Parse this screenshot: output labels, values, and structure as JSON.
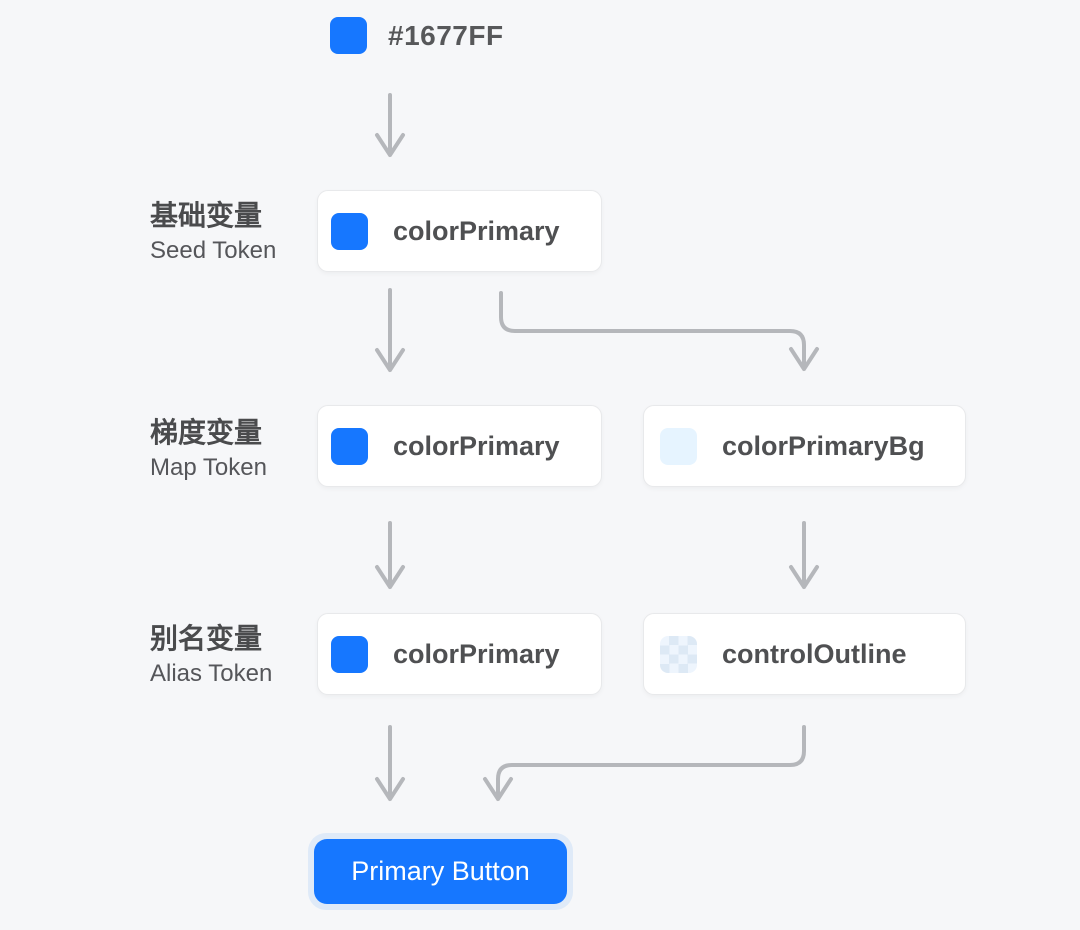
{
  "colors": {
    "background": "#f6f7f9",
    "primary": "#1677ff",
    "primary_bg_swatch": "#e6f4ff",
    "checker_light": "#eef5fd",
    "checker_blue": "#dde9f5",
    "arrow": "#b5b7bb",
    "text_strong": "#4f5052",
    "text_secondary": "#55565a",
    "box_background": "#ffffff",
    "box_border": "#e8e9eb",
    "button_halo": "#dfeaf8",
    "button_text": "#ffffff"
  },
  "seed_value": {
    "label": "#1677FF",
    "swatch": "primary-blue-swatch"
  },
  "rows": [
    {
      "title_zh": "基础变量",
      "title_en": "Seed Token",
      "boxes": [
        {
          "label": "colorPrimary",
          "swatch": "primary-blue-swatch"
        }
      ]
    },
    {
      "title_zh": "梯度变量",
      "title_en": "Map Token",
      "boxes": [
        {
          "label": "colorPrimary",
          "swatch": "primary-blue-swatch"
        },
        {
          "label": "colorPrimaryBg",
          "swatch": "light-blue-swatch"
        }
      ]
    },
    {
      "title_zh": "别名变量",
      "title_en": "Alias Token",
      "boxes": [
        {
          "label": "colorPrimary",
          "swatch": "primary-blue-swatch"
        },
        {
          "label": "controlOutline",
          "swatch": "transparency-checker-swatch"
        }
      ]
    }
  ],
  "button": {
    "label": "Primary Button"
  }
}
